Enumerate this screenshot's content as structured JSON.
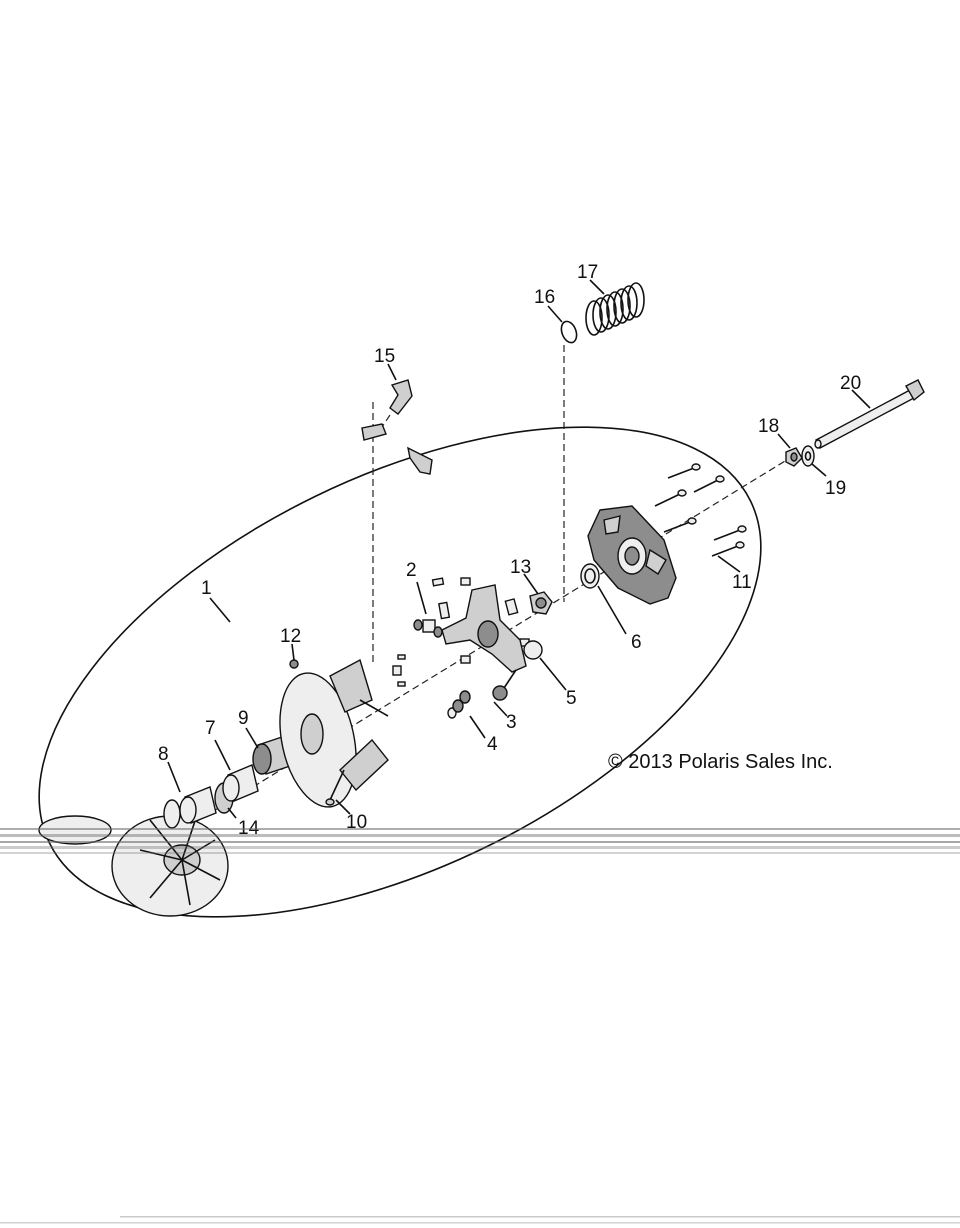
{
  "diagram": {
    "copyright": "© 2013 Polaris Sales Inc.",
    "callouts": [
      "1",
      "2",
      "3",
      "4",
      "5",
      "6",
      "7",
      "8",
      "9",
      "10",
      "11",
      "12",
      "13",
      "14",
      "15",
      "16",
      "17",
      "18",
      "19",
      "20"
    ],
    "icons": {
      "fixed_sheave": "fixed-sheave-icon",
      "moveable_sheave": "moveable-sheave-icon",
      "spider": "spider-icon",
      "cover": "cover-icon",
      "spring": "spring-icon",
      "bolt": "bolt-icon"
    },
    "colors": {
      "line": "#111111",
      "fill": "#cfcfcf",
      "dark_fill": "#8d8d8d"
    }
  }
}
